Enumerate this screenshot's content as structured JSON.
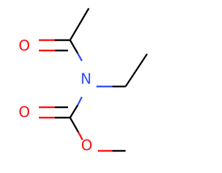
{
  "molecule": {
    "atoms": {
      "o1": "O",
      "n1": "N",
      "o2": "O",
      "o3": "O"
    },
    "colors": {
      "carbon": "#000000",
      "oxygen": "#ff0d0d",
      "nitrogen": "#3050f8"
    }
  }
}
